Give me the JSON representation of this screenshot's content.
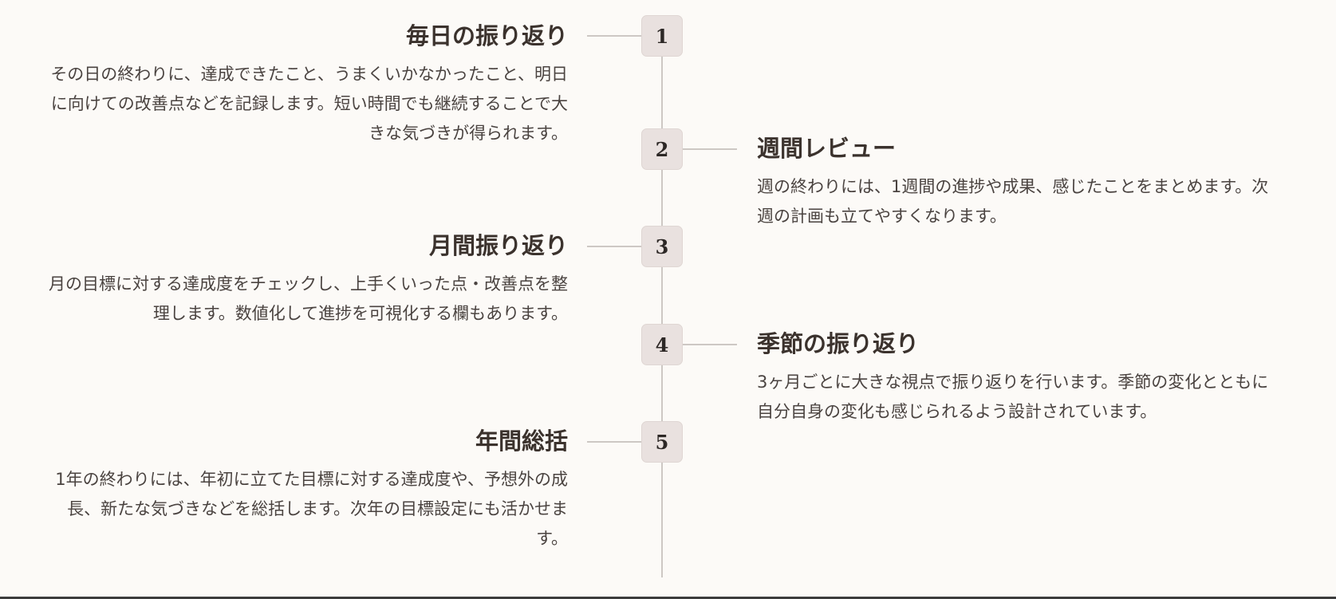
{
  "timeline": {
    "items": [
      {
        "number": "1",
        "side": "left",
        "title": "毎日の振り返り",
        "text": "その日の終わりに、達成できたこと、うまくいかなかったこと、明日に向けての改善点などを記録します。短い時間でも継続することで大きな気づきが得られます。"
      },
      {
        "number": "2",
        "side": "right",
        "title": "週間レビュー",
        "text": "週の終わりには、1週間の進捗や成果、感じたことをまとめます。次週の計画も立てやすくなります。"
      },
      {
        "number": "3",
        "side": "left",
        "title": "月間振り返り",
        "text": "月の目標に対する達成度をチェックし、上手くいった点・改善点を整理します。数値化して進捗を可視化する欄もあります。"
      },
      {
        "number": "4",
        "side": "right",
        "title": "季節の振り返り",
        "text": "3ヶ月ごとに大きな視点で振り返りを行います。季節の変化とともに自分自身の変化も感じられるよう設計されています。"
      },
      {
        "number": "5",
        "side": "left",
        "title": "年間総括",
        "text": "1年の終わりには、年初に立てた目標に対する達成度や、予想外の成長、新たな気づきなどを総括します。次年の目標設定にも活かせます。"
      }
    ]
  },
  "colors": {
    "background": "#fcfaf7",
    "line": "#cdc8c4",
    "marker": "#e9e1df",
    "title": "#3b322d",
    "text": "#4a4340"
  }
}
